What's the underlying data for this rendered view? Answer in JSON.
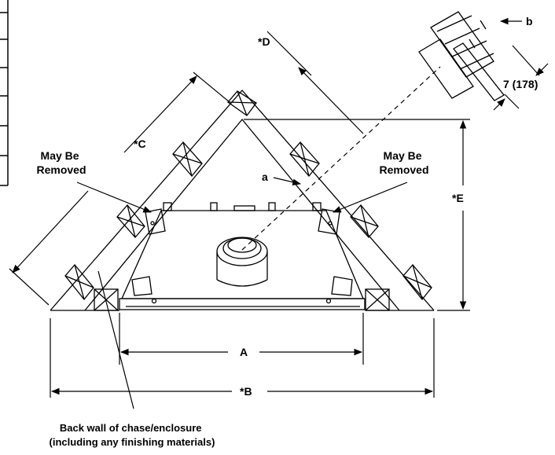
{
  "labels": {
    "a": "a",
    "b": "b",
    "A": "A",
    "B": "*B",
    "C": "*C",
    "D": "*D",
    "E": "*E",
    "may_be_removed_left": [
      "May Be",
      "Removed"
    ],
    "may_be_removed_right": [
      "May Be",
      "Removed"
    ],
    "dimension_7": "7 (178)",
    "back_wall": [
      "Back wall of chase/enclosure",
      "(including any finishing materials)"
    ]
  }
}
